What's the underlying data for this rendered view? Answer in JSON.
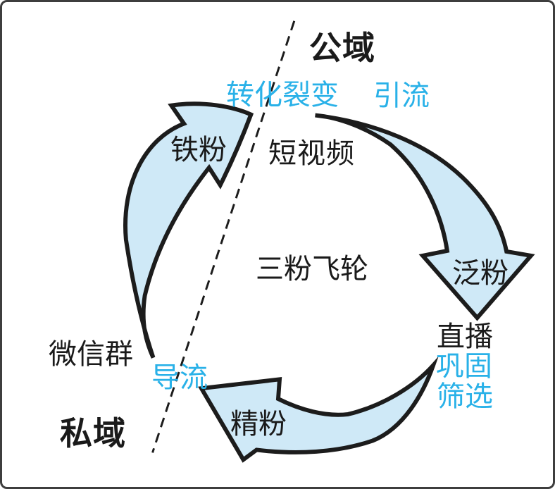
{
  "diagram": {
    "center_title": "三粉飞轮",
    "zones": {
      "public": "公域",
      "private": "私域"
    },
    "nodes": {
      "short_video": "短视频",
      "live_stream": "直播",
      "wechat_group": "微信群"
    },
    "fans": {
      "iron": "铁粉",
      "general": "泛粉",
      "refined": "精粉"
    },
    "steps": {
      "convert_fission": "转化裂变",
      "attract": "引流",
      "consolidate": "巩固",
      "filter": "筛选",
      "divert": "导流"
    },
    "colors": {
      "accent_cyan": "#29b1e8",
      "arrow_fill": "#cfe9f7",
      "arrow_stroke": "#1c1c1c",
      "text_black": "#1a1a1a",
      "frame_border": "#3e3e3e"
    }
  }
}
